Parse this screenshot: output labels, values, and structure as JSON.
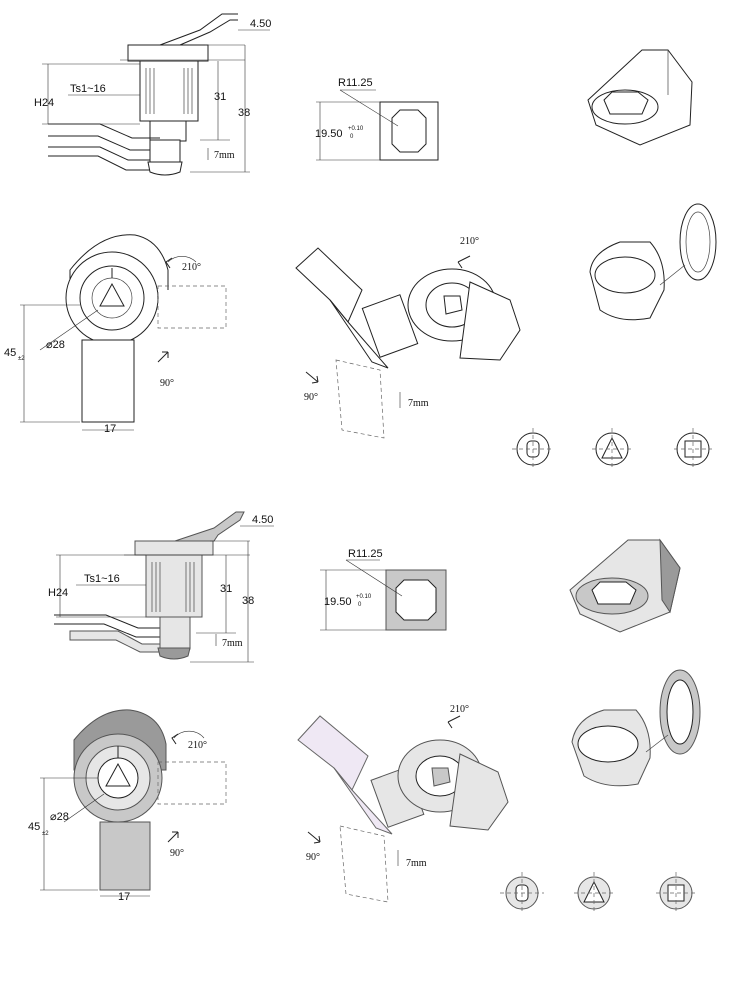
{
  "labels": {
    "dim_450": "4.50",
    "ts": "Ts1~16",
    "h24": "H24",
    "d31": "31",
    "d38": "38",
    "travel": "7mm",
    "radius": "R11.25",
    "sq": "19.50",
    "tol_up": "+0.10",
    "tol_lo": "0",
    "rot": "210°",
    "ang": "90°",
    "dia": "⌀28",
    "h45": "45",
    "tol45": "±2",
    "w17": "17"
  },
  "icons": [
    "slot-key-icon",
    "triangle-key-icon",
    "square-key-icon"
  ]
}
